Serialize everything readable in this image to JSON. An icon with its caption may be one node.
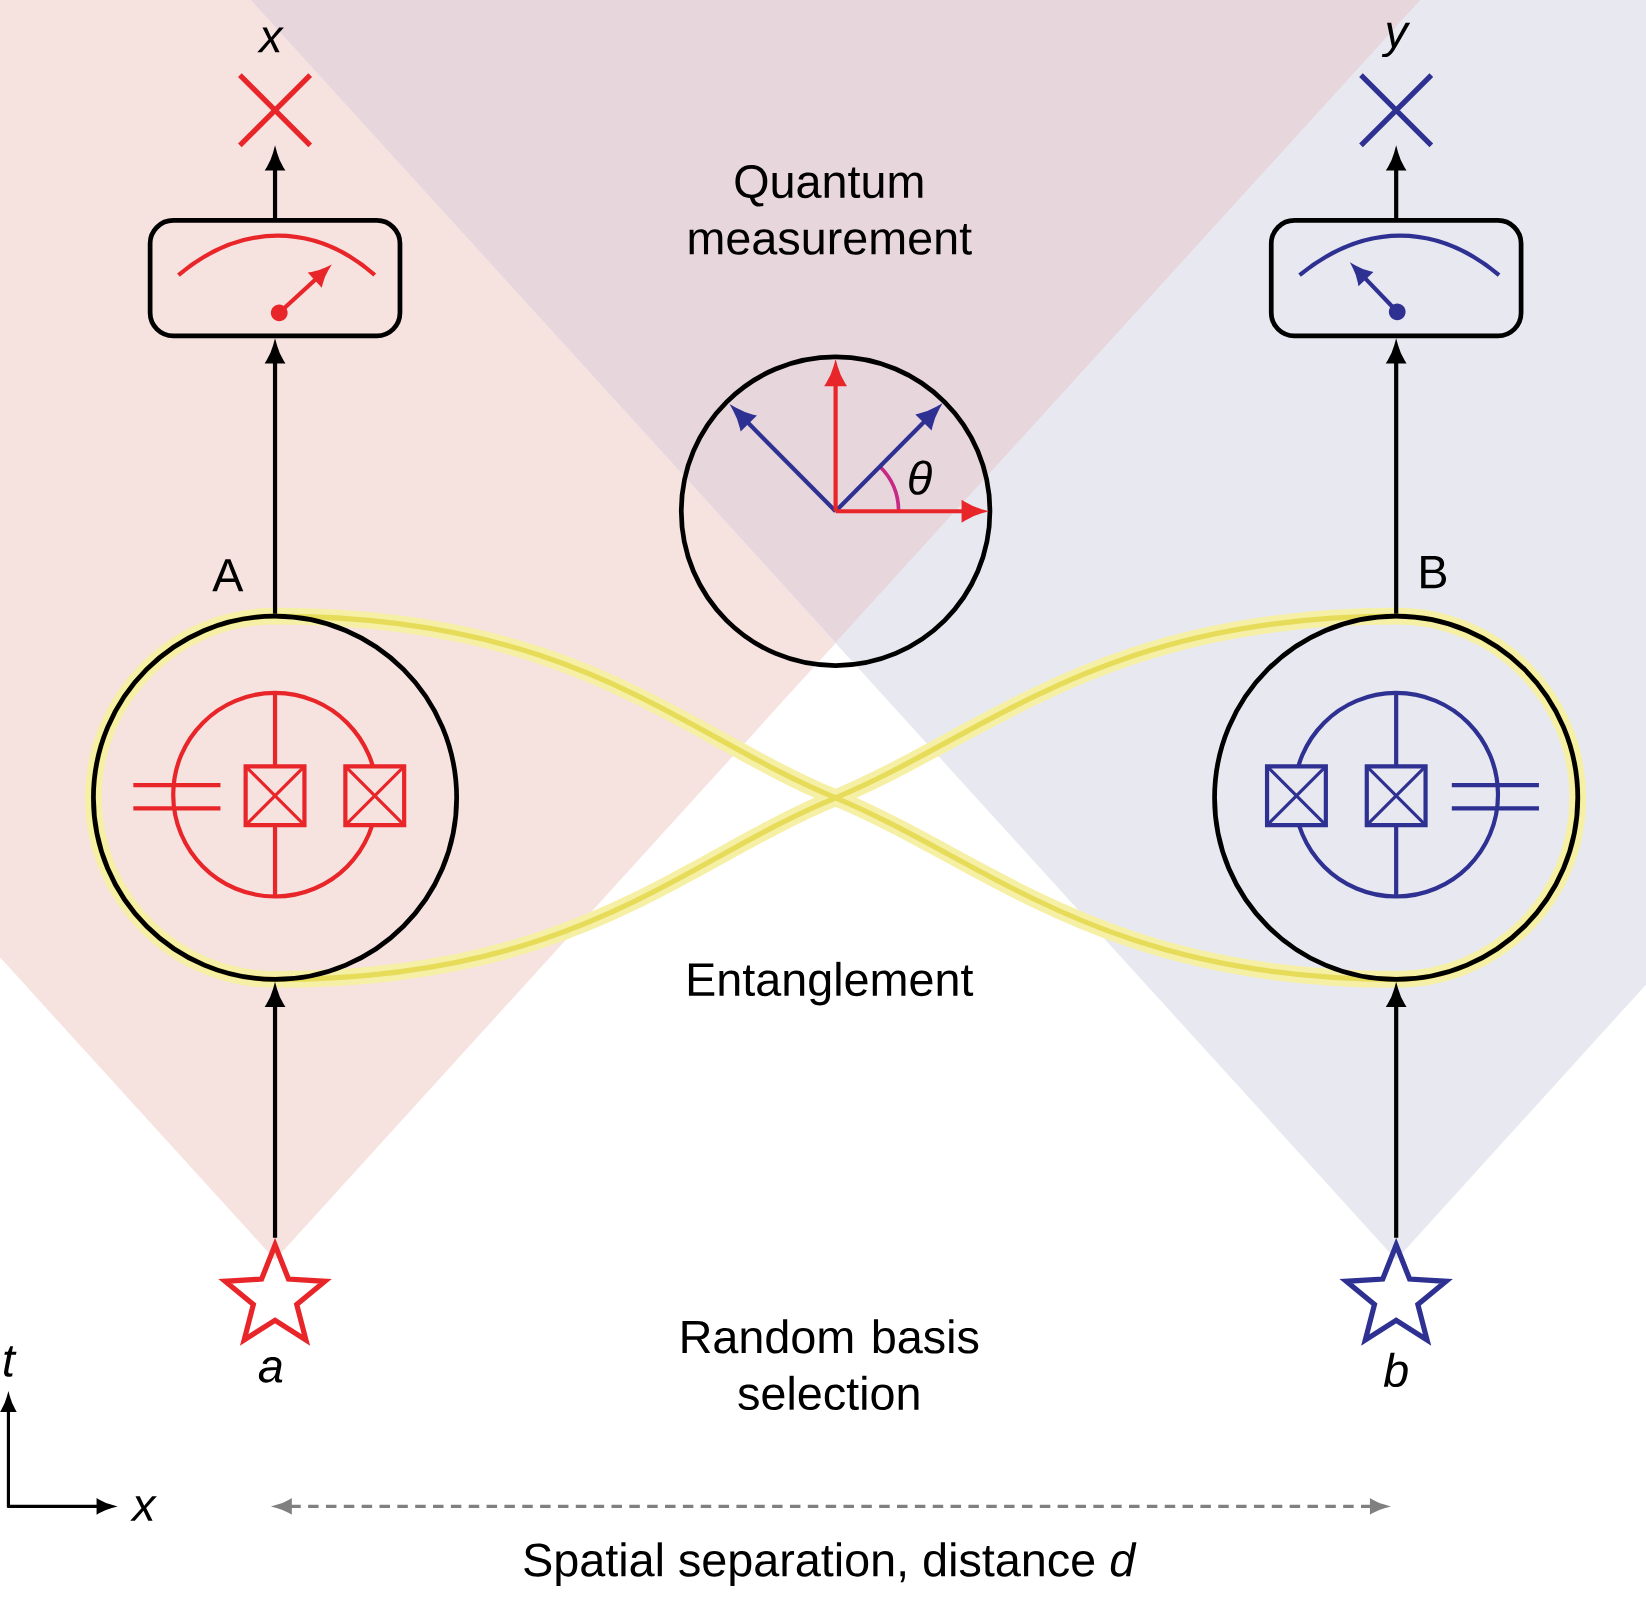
{
  "diagram": {
    "nodes": [
      {
        "text": [],
        "shape": "cross",
        "beside": [
          "x"
        ]
      },
      {
        "text": [],
        "shape": "cross",
        "beside": [
          "y"
        ]
      },
      {
        "text": [],
        "shape": "box"
      },
      {
        "text": [],
        "shape": "box"
      },
      {
        "text": [],
        "shape": "circle",
        "beside": [
          "A"
        ]
      },
      {
        "text": [],
        "shape": "circle",
        "beside": [
          "B"
        ]
      },
      {
        "text": [],
        "shape": "star",
        "beside": [
          "a"
        ]
      },
      {
        "text": [],
        "shape": "star",
        "beside": [
          "b"
        ]
      }
    ],
    "edges": [
      {
        "from": 6,
        "to": 4,
        "arrow": "to"
      },
      {
        "from": 4,
        "to": 2,
        "arrow": "to"
      },
      {
        "from": 2,
        "to": 0,
        "arrow": "to"
      },
      {
        "from": 7,
        "to": 5,
        "arrow": "to"
      },
      {
        "from": 5,
        "to": 3,
        "arrow": "to"
      },
      {
        "from": 3,
        "to": 1,
        "arrow": "to"
      }
    ],
    "labels": [
      "Quantum measurement",
      "θ",
      "Entanglement",
      "Random basis selection",
      "t",
      "x",
      "Spatial separation, distance *d*"
    ]
  }
}
